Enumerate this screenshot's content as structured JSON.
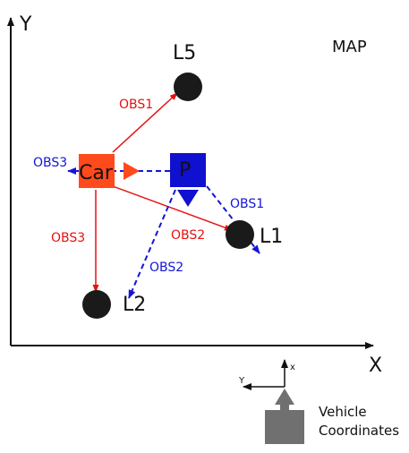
{
  "map_label": "MAP",
  "axes": {
    "x_label": "X",
    "y_label": "Y"
  },
  "landmarks": [
    {
      "id": "l5",
      "label": "L5"
    },
    {
      "id": "l1",
      "label": "L1"
    },
    {
      "id": "l2",
      "label": "L2"
    }
  ],
  "car": {
    "label": "Car",
    "color": "#ff4a1c"
  },
  "particle": {
    "label": "P",
    "color": "#1010d0"
  },
  "observations": {
    "car_obs1": "OBS1",
    "car_obs2": "OBS2",
    "car_obs3": "OBS3",
    "p_obs1": "OBS1",
    "p_obs2": "OBS2",
    "p_obs3": "OBS3"
  },
  "colors": {
    "car_obs": "#e81010",
    "particle_obs": "#1515d8",
    "landmark": "#1a1a1a",
    "vehicle_icon": "#707070"
  },
  "vehicle_coords": {
    "x_label": "x",
    "y_label": "Y",
    "caption_line1": "Vehicle",
    "caption_line2": "Coordinates"
  }
}
